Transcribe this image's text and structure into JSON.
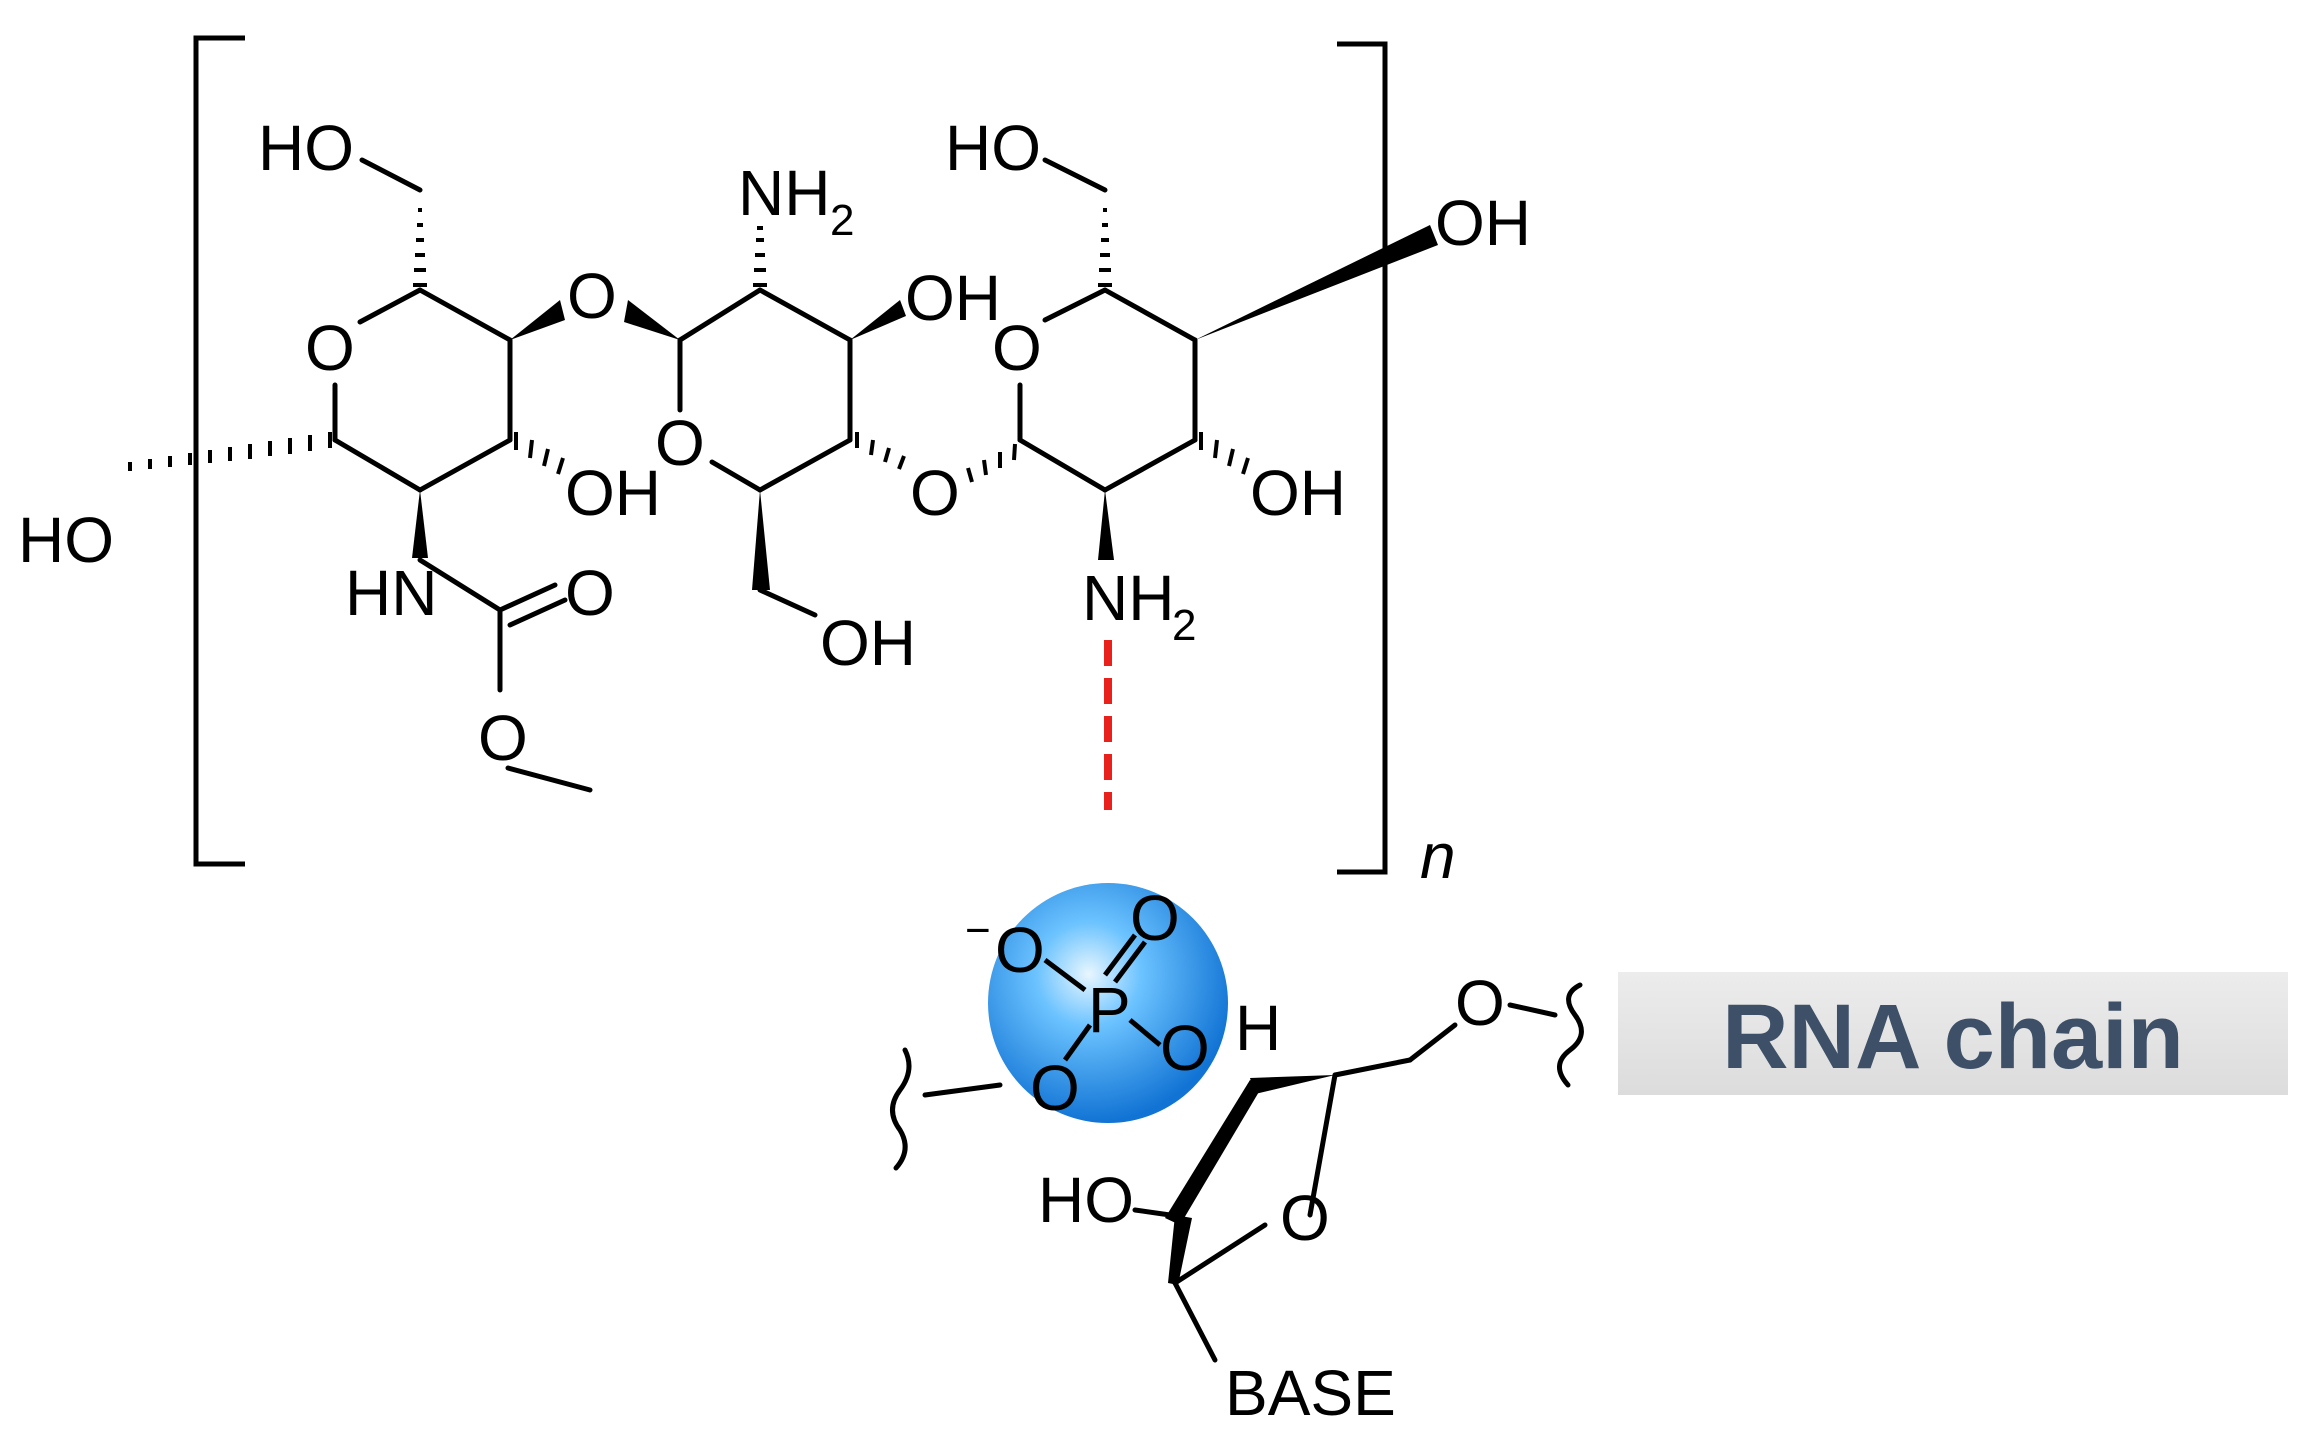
{
  "diagram": {
    "repeat_label": "n",
    "labels": {
      "ho_top_left": "HO",
      "nh2_top": "NH",
      "nh2_top_sub": "2",
      "oh_mid": "OH",
      "ho_top_right": "HO",
      "oh_right": "OH",
      "o_ring1": "O",
      "o_link1": "O",
      "o_ring2": "O",
      "o_link2": "O",
      "o_ring3": "O",
      "oh_ring1": "OH",
      "ho_left": "HO",
      "hn": "HN",
      "carbonyl_o": "O",
      "ester_o": "O",
      "oh_ring2": "OH",
      "oh_ring3": "OH",
      "nh2_bottom": "NH",
      "nh2_bottom_sub": "2"
    },
    "rna": {
      "phosphate_p": "P",
      "phosphate_o_top": "O",
      "phosphate_o_left": "O",
      "phosphate_o_left_charge": "−",
      "phosphate_o_right": "O",
      "phosphate_o_bottom": "O",
      "h": "H",
      "o5": "O",
      "ring_o": "O",
      "ho": "HO",
      "base": "BASE"
    },
    "chain_box_label": "RNA chain",
    "colors": {
      "interaction_line": "#e8211c",
      "phosphate_sphere": "#1e90e6",
      "chain_box_bg": "#e6e6e6",
      "chain_box_text": "#3d5068"
    }
  }
}
